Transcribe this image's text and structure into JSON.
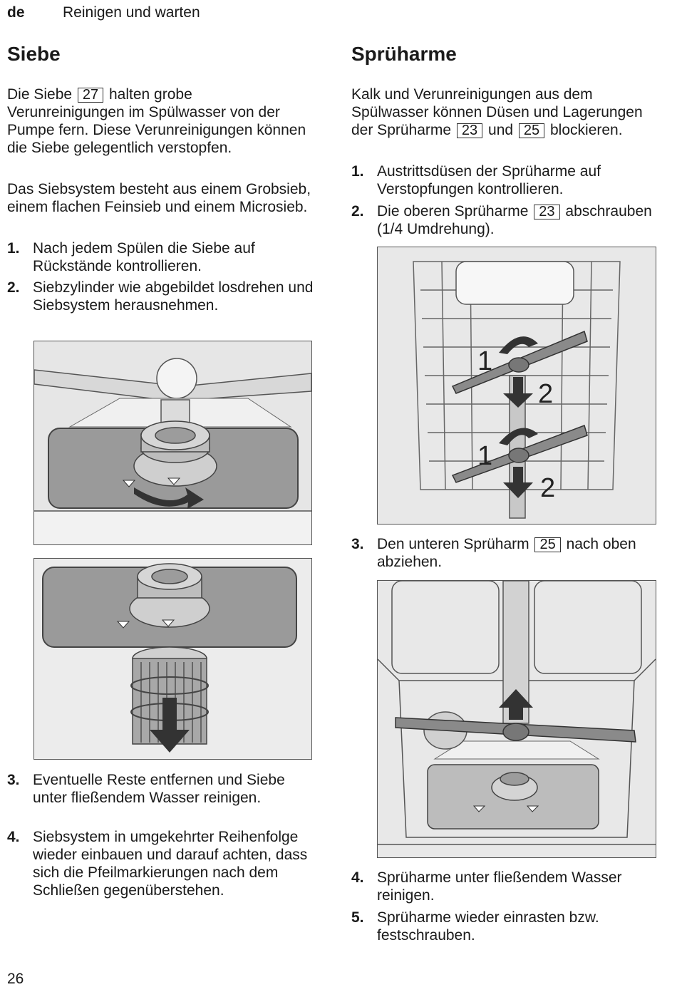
{
  "header": {
    "lang": "de",
    "section": "Reinigen und warten"
  },
  "left": {
    "heading": "Siebe",
    "intro1": {
      "pre": "Die Siebe",
      "ref": "27",
      "post": "halten grobe Verunreinigungen im Spülwasser von der Pumpe fern. Diese Verunreinigungen können die Siebe gelegentlich verstopfen."
    },
    "intro2": "Das Siebsystem besteht aus einem Grobsieb, einem flachen Feinsieb und einem Microsieb.",
    "steps": [
      {
        "num": "1.",
        "text": "Nach jedem Spülen die Siebe auf Rückstände kontrollieren."
      },
      {
        "num": "2.",
        "text": "Siebzylinder wie abgebildet losdrehen und Siebsystem herausnehmen."
      },
      {
        "num": "3.",
        "text": "Eventuelle Reste entfernen und Siebe unter fließendem Wasser reinigen."
      },
      {
        "num": "4.",
        "text": "Siebsystem in umgekehrter Reihenfolge wieder einbauen und darauf achten, dass sich die Pfeilmarkierungen nach dem Schließen gegenüberstehen."
      }
    ]
  },
  "right": {
    "heading": "Sprüharme",
    "intro": {
      "pre": "Kalk und Verunreinigungen aus dem Spülwasser können Düsen und Lagerungen der Sprüharme",
      "ref1": "23",
      "mid": "und",
      "ref2": "25",
      "post": "blockieren."
    },
    "steps": [
      {
        "num": "1.",
        "text": "Austrittsdüsen der Sprüharme auf Verstopfungen kontrollieren."
      },
      {
        "num": "2.",
        "pre": "Die oberen Sprüharme",
        "ref": "23",
        "post": "abschrauben (1/4 Umdrehung)."
      },
      {
        "num": "3.",
        "pre": "Den unteren Sprüharm",
        "ref": "25",
        "post": "nach oben abziehen."
      },
      {
        "num": "4.",
        "text": "Sprüharme unter fließendem Wasser reinigen."
      },
      {
        "num": "5.",
        "text": "Sprüharme wieder einrasten bzw. festschrauben."
      }
    ],
    "figure_labels": {
      "rotate": "1",
      "pull": "2"
    }
  },
  "footer": {
    "page": "26"
  }
}
